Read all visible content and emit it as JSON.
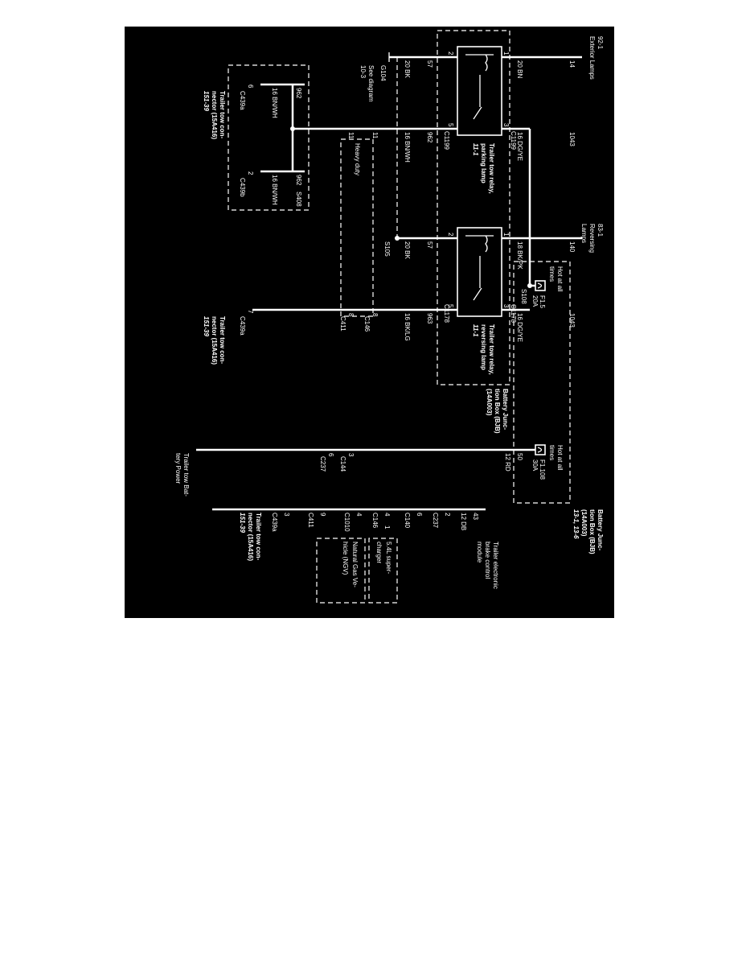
{
  "labels": {
    "bjb1_hot": "Hot at all times",
    "bjb1_hot_l1": "Hot at all",
    "bjb1_hot_l2": "times",
    "bjb1_fuse": "F1.5",
    "bjb1_amp": "20A",
    "bjb2_hot_l1": "Hot at all",
    "bjb2_hot_l2": "times",
    "bjb2_fuse": "F1.108",
    "bjb2_amp": "30A",
    "bjb2_title_l1": "Battery Junc-",
    "bjb2_title_l2": "tion Box (BJB)",
    "bjb2_title_l3": "(14A003)",
    "bjb2_title_l4": "13-1, 13-6",
    "bjb1_title_l1": "Battery Junc-",
    "bjb1_title_l2": "tion Box (BJB)",
    "bjb1_title_l3": "(14A003)",
    "ref_92": "92-1",
    "ref_92_txt": "Exterior Lamps",
    "ref_83": "83-1",
    "ref_83_l1": "Reversing",
    "ref_83_l2": "Lamps",
    "w14": "14",
    "w14_spec": "20 BN",
    "w140": "140",
    "w140_spec": "18 BK/PK",
    "w1043a": "1043",
    "w1043a_spec": "16 DG/YE",
    "w1043b": "1043",
    "w1043b_spec": "16 DG/YE",
    "s108": "S108",
    "c1199a": "C1199",
    "c1199b": "C1199",
    "c1178a": "C1178",
    "c1178b": "C1178",
    "relay1_l1": "Trailer tow relay,",
    "relay1_l2": "parking lamp",
    "relay1_l3": "11-1",
    "relay2_l1": "Trailer tow relay,",
    "relay2_l2": "reversing lamp",
    "relay2_l3": "11-1",
    "w57a": "57",
    "w57a_spec": "20 BK",
    "w57b": "57",
    "w57b_spec": "20 BK",
    "g104": "G104",
    "s105": "S105",
    "see_l1": "See diagram",
    "see_l2": "10-3",
    "w962a": "962",
    "w962a_spec": "16 BN/WH",
    "w963": "963",
    "w963_spec": "16 BK/LG",
    "n11a": "11",
    "n11b": "11",
    "n8a": "8",
    "n8b": "8",
    "c146a": "C146",
    "c411a": "C411",
    "heavy": "Heavy duty",
    "w962b": "962",
    "w962b_spec": "16 BN/WH",
    "w962c": "962",
    "w962c_spec": "16 BN/WH",
    "s408": "S408",
    "p6": "6",
    "p2": "2",
    "p7": "7",
    "c439a1": "C439a",
    "c439b": "C439b",
    "c439a2": "C439a",
    "ttc1_l1": "Trailer tow con-",
    "ttc1_l2": "nector (15A416)",
    "ttc1_l3": "151-39",
    "ttc2_l1": "Trailer tow con-",
    "ttc2_l2": "nector (15A416)",
    "ttc2_l3": "151-39",
    "w50": "50",
    "w50_spec": "12 RD",
    "n3a": "3",
    "n3b": "3",
    "c144": "C144",
    "n6": "6",
    "c237a": "C237",
    "ttbp_l1": "Trailer tow Bat-",
    "ttbp_l2": "tery Power",
    "w43": "43",
    "w43_spec": "12 DB",
    "n2": "2",
    "c237b": "C237",
    "n6b": "6",
    "c140": "C140",
    "n4a": "4",
    "n1": "1",
    "c146b": "C146",
    "n4b": "4",
    "c1010": "C1010",
    "n9": "9",
    "c411b": "C411",
    "c439a3": "C439a",
    "brake_l1": "Trailer electronic",
    "brake_l2": "brake control",
    "brake_l3": "module",
    "sc_l1": "5.4L super-",
    "sc_l2": "charger",
    "ngv_l1": "Natural Gas Ve-",
    "ngv_l2": "hicle (NGV)",
    "pin1": "1",
    "pin2": "2",
    "pin3": "3",
    "pin5": "5",
    "pin1b": "1",
    "pin2b": "2",
    "pin3b": "3",
    "pin5b": "5"
  }
}
